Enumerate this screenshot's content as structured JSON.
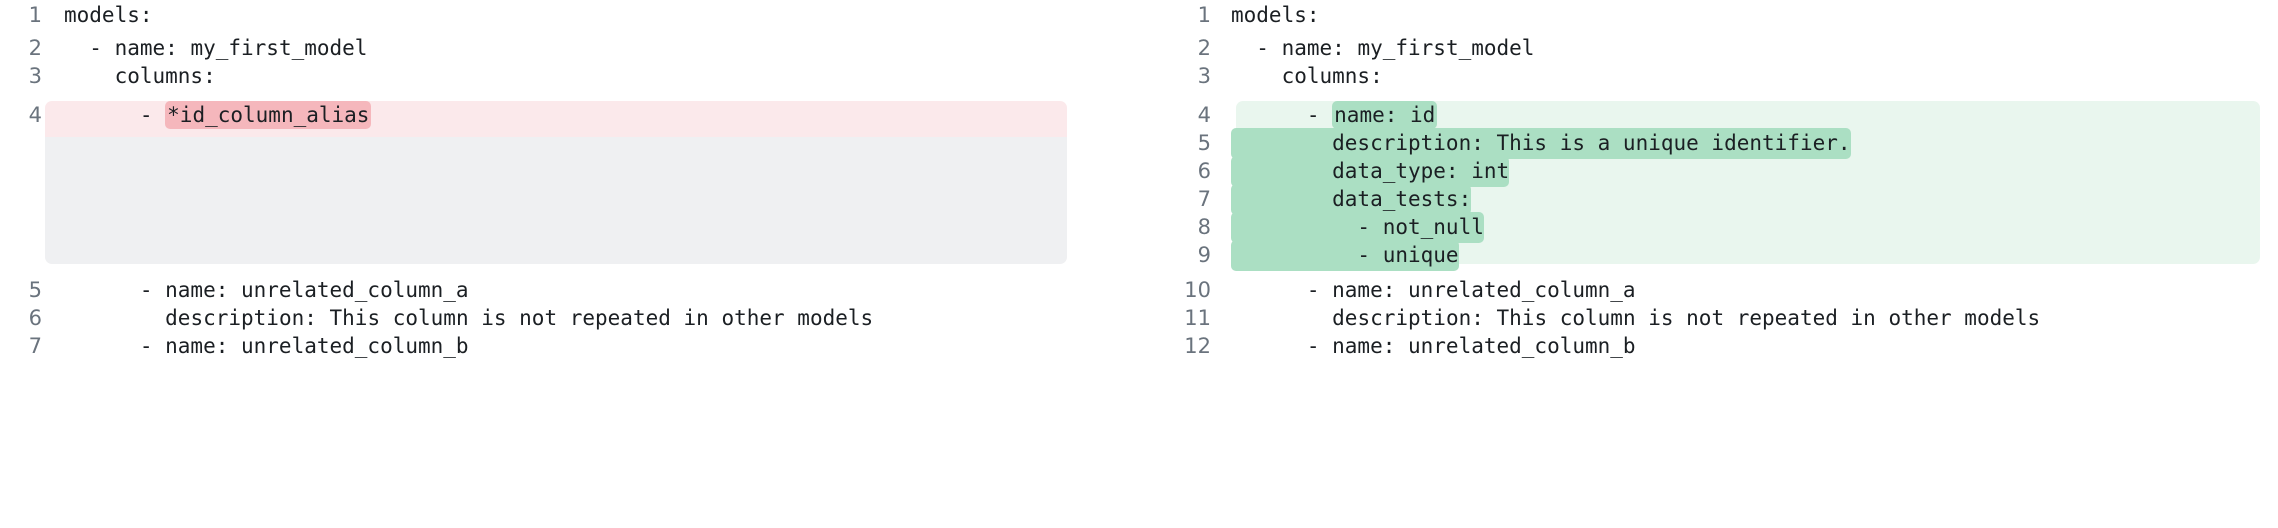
{
  "view": {
    "type": "side-by-side-code-diff",
    "language": "yaml",
    "colors": {
      "removed_line_bg": "#fbe9eb",
      "removed_token_bg": "#f5b7bc",
      "removed_filler_bg": "#eff0f2",
      "added_line_bg": "#e9f6ee",
      "added_token_bg": "#abdfc3",
      "line_number_fg": "#6a737d",
      "code_fg": "#1b1f23",
      "page_bg": "#ffffff"
    }
  },
  "left": {
    "lines": [
      {
        "num": "1",
        "indent": "",
        "before": "models:",
        "token": "",
        "after": "",
        "state": "context"
      },
      {
        "num": "2",
        "indent": "  ",
        "before": "- name: my_first_model",
        "token": "",
        "after": "",
        "state": "context"
      },
      {
        "num": "3",
        "indent": "    ",
        "before": "columns:",
        "token": "",
        "after": "",
        "state": "context"
      },
      {
        "num": "4",
        "indent": "      ",
        "before": "- ",
        "token": "*id_column_alias",
        "after": "",
        "state": "removed"
      },
      {
        "num": "5",
        "indent": "      ",
        "before": "- name: unrelated_column_a",
        "token": "",
        "after": "",
        "state": "context"
      },
      {
        "num": "6",
        "indent": "        ",
        "before": "description: This column is not repeated in other models",
        "token": "",
        "after": "",
        "state": "context"
      },
      {
        "num": "7",
        "indent": "      ",
        "before": "- name: unrelated_column_b",
        "token": "",
        "after": "",
        "state": "context"
      }
    ]
  },
  "right": {
    "lines": [
      {
        "num": "1",
        "indent": "",
        "before": "models:",
        "token": "",
        "after": "",
        "state": "context"
      },
      {
        "num": "2",
        "indent": "  ",
        "before": "- name: my_first_model",
        "token": "",
        "after": "",
        "state": "context"
      },
      {
        "num": "3",
        "indent": "    ",
        "before": "columns:",
        "token": "",
        "after": "",
        "state": "context"
      },
      {
        "num": "4",
        "indent": "      ",
        "before": "- ",
        "token": "name: id",
        "after": "",
        "state": "added"
      },
      {
        "num": "5",
        "indent": "",
        "before": "",
        "token": "        description: This is a unique identifier.",
        "after": "",
        "state": "added"
      },
      {
        "num": "6",
        "indent": "",
        "before": "",
        "token": "        data_type: int",
        "after": "",
        "state": "added"
      },
      {
        "num": "7",
        "indent": "",
        "before": "",
        "token": "        data_tests:",
        "after": "",
        "state": "added"
      },
      {
        "num": "8",
        "indent": "",
        "before": "",
        "token": "          - not_null",
        "after": "",
        "state": "added"
      },
      {
        "num": "9",
        "indent": "",
        "before": "",
        "token": "          - unique",
        "after": "",
        "state": "added"
      },
      {
        "num": "10",
        "indent": "      ",
        "before": "- name: unrelated_column_a",
        "token": "",
        "after": "",
        "state": "context"
      },
      {
        "num": "11",
        "indent": "        ",
        "before": "description: This column is not repeated in other models",
        "token": "",
        "after": "",
        "state": "context"
      },
      {
        "num": "12",
        "indent": "      ",
        "before": "- name: unrelated_column_b",
        "token": "",
        "after": "",
        "state": "context"
      }
    ]
  }
}
